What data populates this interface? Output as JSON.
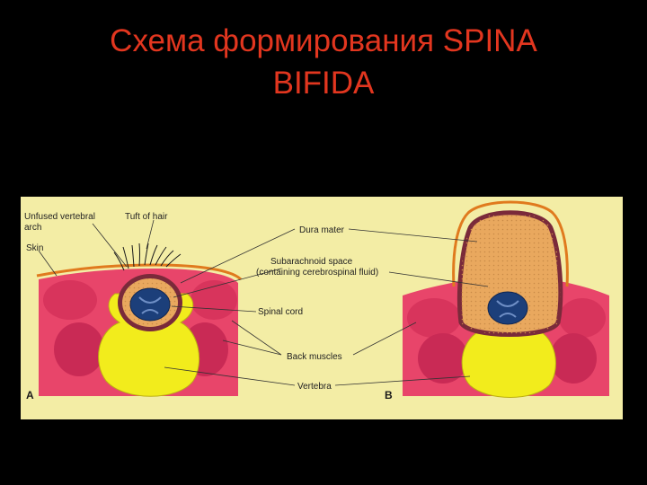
{
  "title": {
    "line1": "Схема формирования SPINA",
    "line2": "BIFIDA"
  },
  "colors": {
    "title": "#e2361f",
    "background": "#000000",
    "figure_bg": "#f3eda5",
    "muscle": "#e8456a",
    "vertebra": "#f2ec1c",
    "dura": "#7a2a3a",
    "csf": "#e9a85e",
    "spinal_cord": "#1c3f7a"
  },
  "figure": {
    "labels": {
      "unfused_arch_1": "Unfused vertebral",
      "unfused_arch_2": "arch",
      "skin": "Skin",
      "tuft": "Tuft of hair",
      "dura": "Dura mater",
      "subarachnoid_1": "Subarachnoid space",
      "subarachnoid_2": "(containing cerebrospinal fluid)",
      "cord": "Spinal cord",
      "muscles": "Back muscles",
      "vertebra": "Vertebra"
    },
    "panels": [
      "A",
      "B"
    ]
  }
}
